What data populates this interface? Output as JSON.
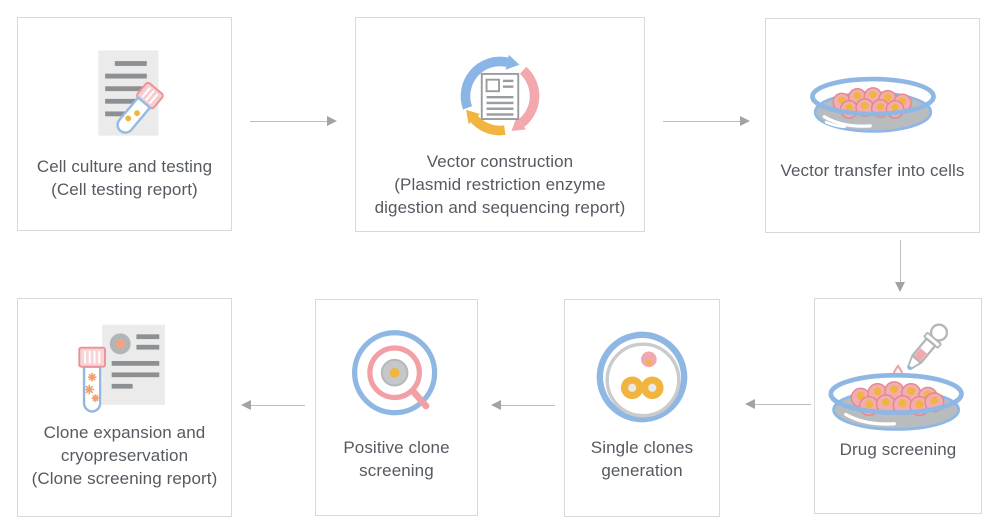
{
  "diagram": {
    "nodes": [
      {
        "label": "Cell culture and testing\n(Cell testing report)",
        "icon": "document-test-tube-icon"
      },
      {
        "label": "Vector construction\n(Plasmid restriction enzyme\ndigestion and sequencing report)",
        "icon": "cycle-arrows-document-icon"
      },
      {
        "label": "Vector transfer into cells",
        "icon": "petri-dish-cells-icon"
      },
      {
        "label": "Drug screening",
        "icon": "dropper-petri-dish-icon"
      },
      {
        "label": "Single clones\ngeneration",
        "icon": "single-clone-dish-icon"
      },
      {
        "label": "Positive clone\nscreening",
        "icon": "magnifier-clone-icon"
      },
      {
        "label": "Clone expansion and\ncryopreservation\n(Clone screening report)",
        "icon": "cryovial-document-icon"
      }
    ],
    "arrows": [
      {
        "from": 1,
        "to": 2,
        "direction": "right"
      },
      {
        "from": 2,
        "to": 3,
        "direction": "right"
      },
      {
        "from": 3,
        "to": 4,
        "direction": "down"
      },
      {
        "from": 4,
        "to": 5,
        "direction": "left"
      },
      {
        "from": 5,
        "to": 6,
        "direction": "left"
      },
      {
        "from": 6,
        "to": 7,
        "direction": "left"
      }
    ],
    "palette": {
      "blue": "#8fb7e4",
      "pink": "#f09fa4",
      "yellow": "#f0b43f",
      "dish_gray": "#b9bcbe",
      "doc_gray": "#ebebeb",
      "doc_line_gray": "#8d9093",
      "box_border": "#d9d9d9",
      "text": "#555a61",
      "arrow": "#bdbdbd"
    }
  }
}
